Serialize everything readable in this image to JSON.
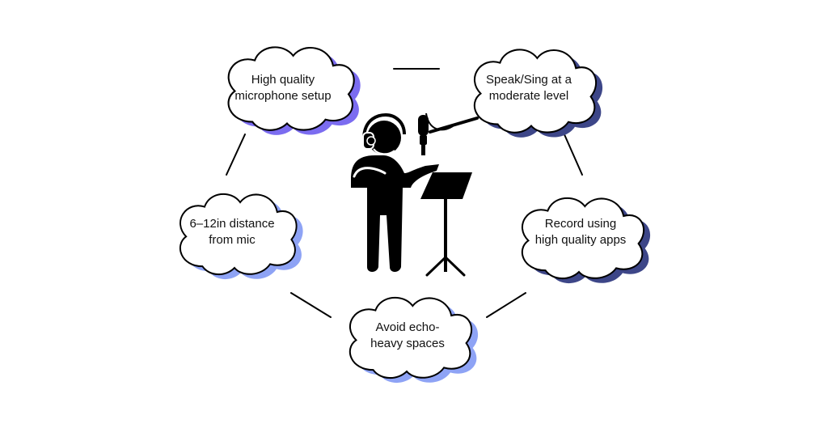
{
  "colors": {
    "ink": "#000000",
    "cloud_fill": "#ffffff",
    "shadow_violet": "#7b6cf0",
    "shadow_blue": "#8ea3f5",
    "shadow_navy": "#3d4688"
  },
  "tips": [
    {
      "text": "High quality\nmicrophone setup",
      "shadow": "#7b6cf0"
    },
    {
      "text": "Speak/Sing at a\nmoderate level",
      "shadow": "#3d4688"
    },
    {
      "text": "6–12in distance\nfrom mic",
      "shadow": "#8ea3f5"
    },
    {
      "text": "Record using\nhigh quality apps",
      "shadow": "#3d4688"
    },
    {
      "text": "Avoid echo-\nheavy spaces",
      "shadow": "#8ea3f5"
    }
  ],
  "illustration": {
    "subject": "singer-with-headphones-at-microphone",
    "icons": [
      "headphones-icon",
      "studio-microphone-icon",
      "music-stand-icon"
    ]
  }
}
